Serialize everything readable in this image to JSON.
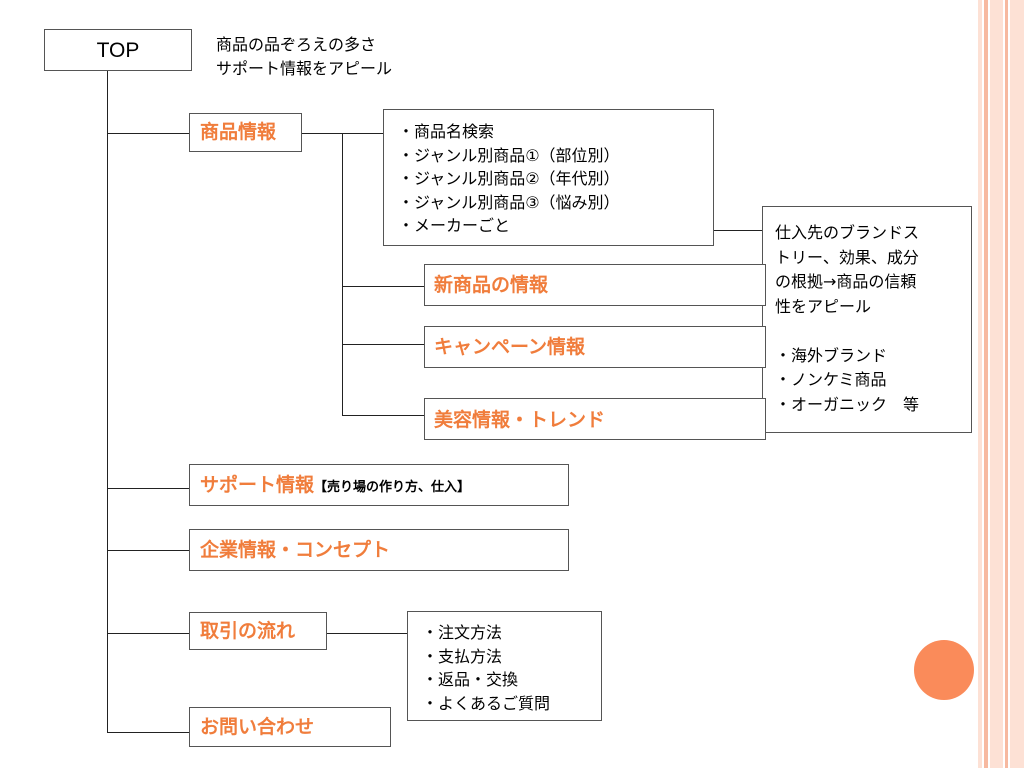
{
  "top": {
    "label": "TOP",
    "note": [
      "商品の品ぞろえの多さ",
      "サポート情報をアピール"
    ]
  },
  "product": {
    "label": "商品情報",
    "items": [
      "・商品名検索",
      "・ジャンル別商品①（部位別）",
      "・ジャンル別商品②（年代別）",
      "・ジャンル別商品③（悩み別）",
      "・メーカーごと"
    ],
    "sub": [
      "新商品の情報",
      "キャンペーン情報",
      "美容情報・トレンド"
    ]
  },
  "maker_note": {
    "lines": [
      "仕入先のブランドス",
      "トリー、効果、成分",
      "の根拠→商品の信頼",
      "性をアピール",
      "",
      "・海外ブランド",
      "・ノンケミ商品",
      "・オーガニック　等"
    ]
  },
  "support": {
    "label": "サポート情報",
    "suffix": "【売り場の作り方、仕入】"
  },
  "company": {
    "label": "企業情報・コンセプト"
  },
  "trade": {
    "label": "取引の流れ",
    "items": [
      "・注文方法",
      "・支払方法",
      "・返品・交換",
      "・よくあるご質問"
    ]
  },
  "contact": {
    "label": "お問い合わせ"
  },
  "colors": {
    "accent": "#f07d3c",
    "circle": "#fa8b5a",
    "stripe_light": "#fde1d5",
    "stripe_mid": "#f7b9a0"
  }
}
